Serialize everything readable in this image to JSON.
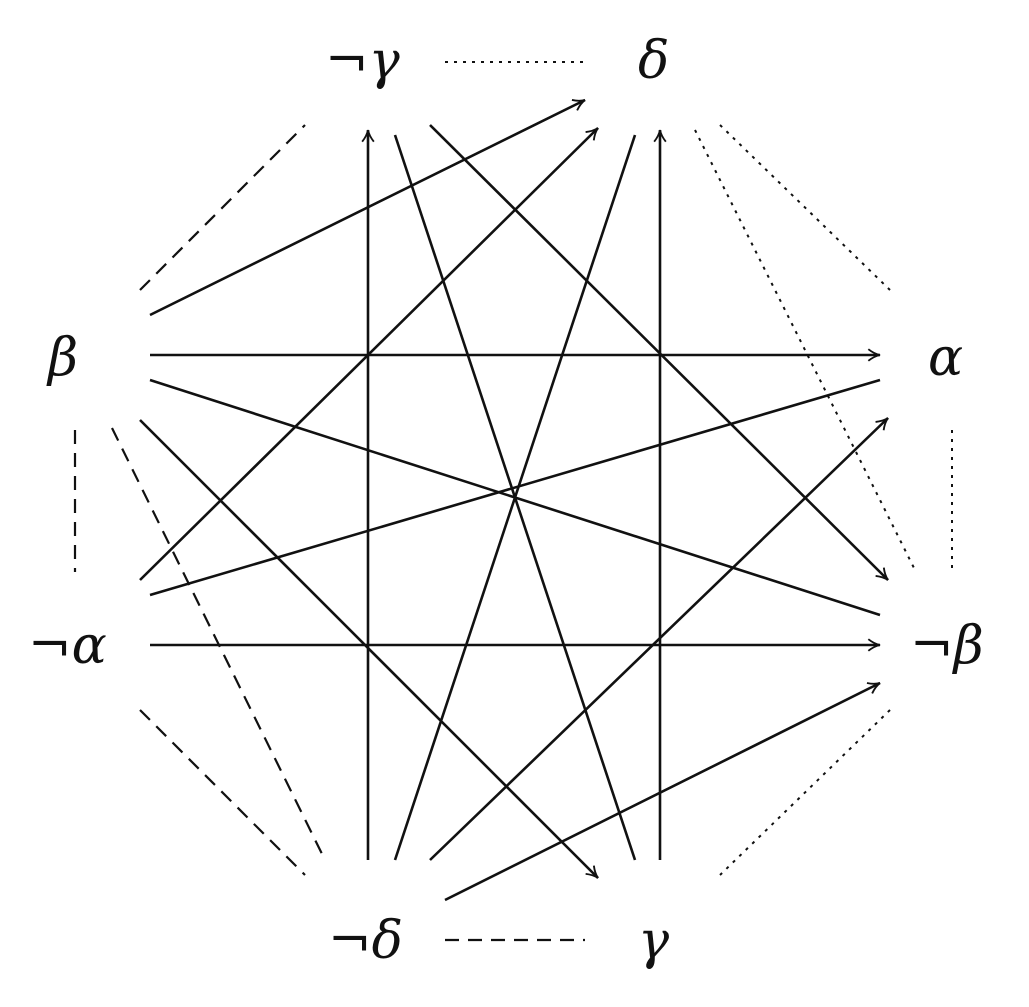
{
  "diagram": {
    "nodes": {
      "not_gamma": "¬γ",
      "delta": "δ",
      "beta": "β",
      "alpha": "α",
      "not_alpha": "¬α",
      "not_beta": "¬β",
      "not_delta": "¬δ",
      "gamma": "γ"
    }
  }
}
